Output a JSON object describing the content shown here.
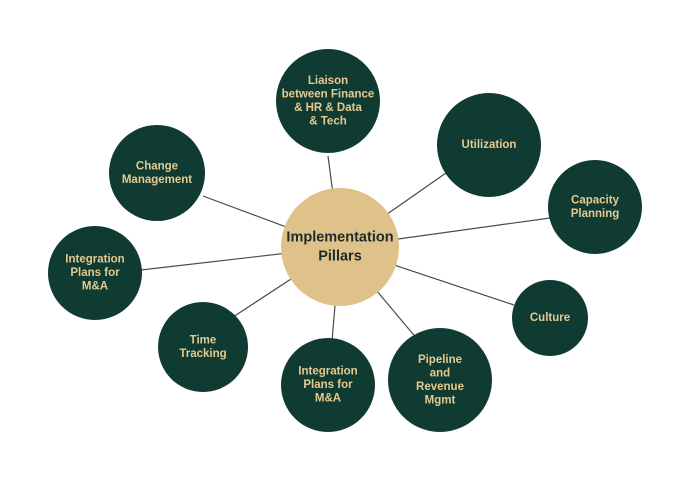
{
  "colors": {
    "hub_fill": "#dfc28a",
    "hub_text": "#1e2b28",
    "node_fill": "#0f3b33",
    "node_text": "#e6c98e",
    "connector": "#4a4a4a"
  },
  "hub": {
    "label_lines": [
      "Implementation",
      "Pillars"
    ]
  },
  "pillars": [
    {
      "id": "liaison",
      "label_lines": [
        "Liaison",
        "between Finance",
        "& HR & Data",
        "& Tech"
      ]
    },
    {
      "id": "utilization",
      "label_lines": [
        "Utilization"
      ]
    },
    {
      "id": "capacity-planning",
      "label_lines": [
        "Capacity",
        "Planning"
      ]
    },
    {
      "id": "culture",
      "label_lines": [
        "Culture"
      ]
    },
    {
      "id": "pipeline-revenue",
      "label_lines": [
        "Pipeline",
        "and",
        "Revenue",
        "Mgmt"
      ]
    },
    {
      "id": "integration-plans-bottom",
      "label_lines": [
        "Integration",
        "Plans for",
        "M&A"
      ]
    },
    {
      "id": "time-tracking",
      "label_lines": [
        "Time",
        "Tracking"
      ]
    },
    {
      "id": "integration-plans-left",
      "label_lines": [
        "Integration",
        "Plans for",
        "M&A"
      ]
    },
    {
      "id": "change-management",
      "label_lines": [
        "Change",
        "Management"
      ]
    }
  ]
}
